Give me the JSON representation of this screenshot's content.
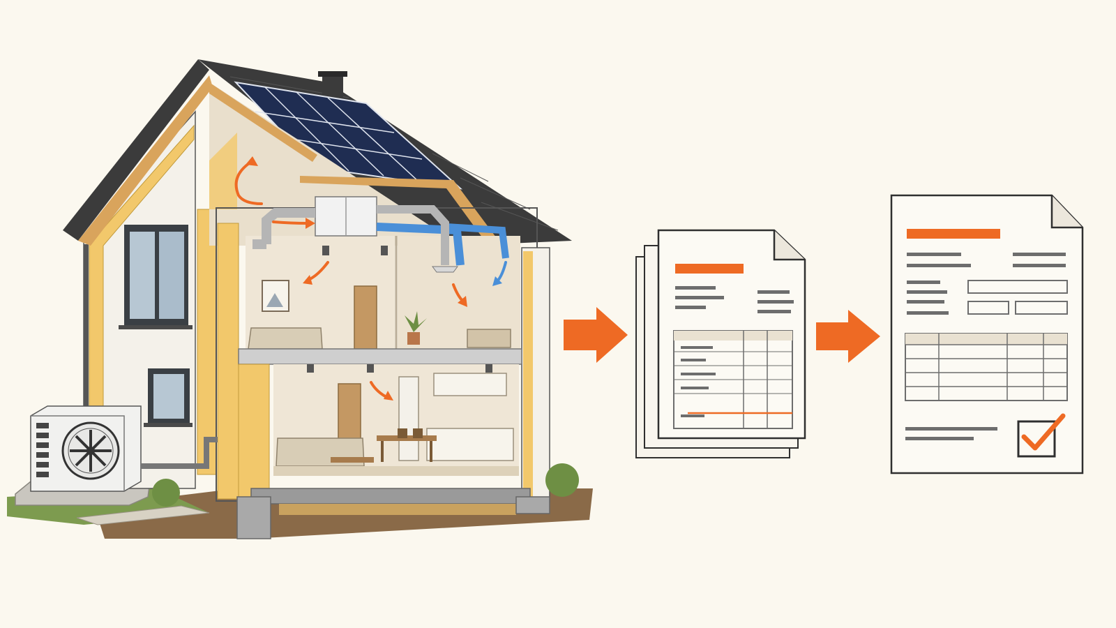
{
  "palette": {
    "background": "#fbf8ef",
    "accent": "#ee6a24",
    "duct_blue": "#4a8fd8",
    "roof": "#3b3b3b",
    "solar": "#1f2d52",
    "insulation": "#f2c86b",
    "timber": "#d9a45c",
    "wall": "#f4f1ea",
    "interior": "#efe6d6",
    "line": "#6d6d6d",
    "outline": "#2f2f2f",
    "grass": "#7d9b4f"
  },
  "diagram": {
    "stages": [
      {
        "id": "house",
        "icon": "house-cutaway-icon"
      },
      {
        "id": "drafts",
        "icon": "document-stack-icon"
      },
      {
        "id": "final",
        "icon": "approved-form-icon"
      }
    ],
    "connectors": [
      {
        "from": "house",
        "to": "drafts",
        "icon": "arrow-right-icon"
      },
      {
        "from": "drafts",
        "to": "final",
        "icon": "arrow-right-icon"
      }
    ]
  }
}
